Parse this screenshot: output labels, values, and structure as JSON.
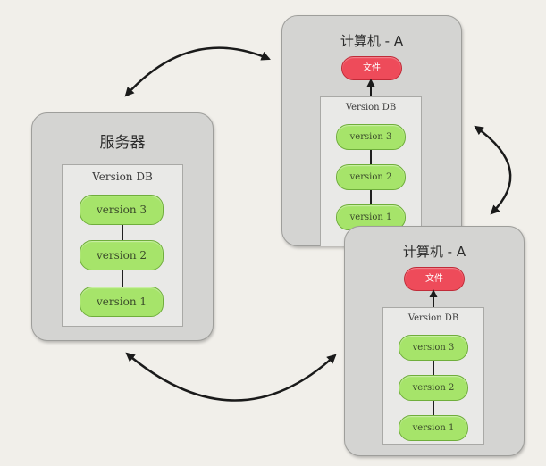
{
  "server": {
    "title": "服务器",
    "db_label": "Version DB",
    "versions": [
      "version 3",
      "version 2",
      "version 1"
    ]
  },
  "computer_a_top": {
    "title": "计算机 - A",
    "file_label": "文件",
    "db_label": "Version DB",
    "versions": [
      "version 3",
      "version 2",
      "version 1"
    ]
  },
  "computer_a_bottom": {
    "title": "计算机 - A",
    "file_label": "文件",
    "db_label": "Version DB",
    "versions": [
      "version 3",
      "version 2",
      "version 1"
    ]
  },
  "colors": {
    "background": "#f1efea",
    "node_fill": "#d4d4d2",
    "db_fill": "#e9e9e7",
    "version_fill": "#a6e46a",
    "file_fill": "#ee4b5a",
    "arrow": "#1a1a1a"
  }
}
